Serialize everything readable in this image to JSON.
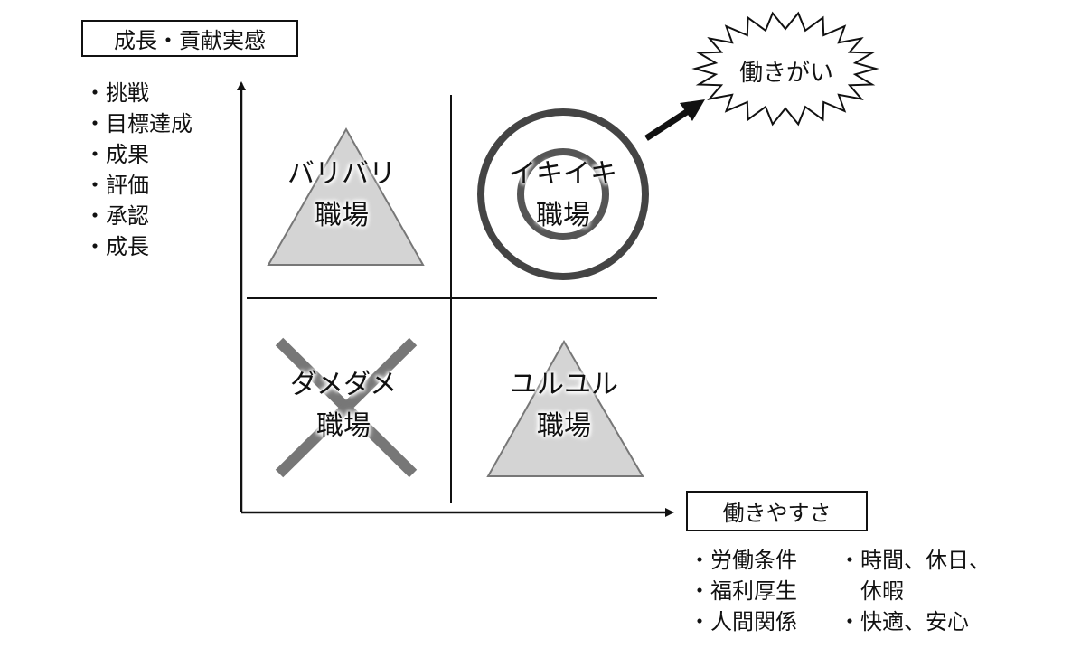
{
  "y_axis": {
    "label": "成長・貢献実感",
    "items": [
      "・挑戦",
      "・目標達成",
      "・成果",
      "・評価",
      "・承認",
      "・成長"
    ]
  },
  "x_axis": {
    "label": "働きやすさ",
    "items_col1": [
      "・労働条件",
      "・福利厚生",
      "・人間関係"
    ],
    "items_col2": [
      "・時間、休日、",
      "　休暇",
      "・快適、安心"
    ]
  },
  "quadrants": {
    "top_left": {
      "line1": "バリバリ",
      "line2": "職場"
    },
    "top_right": {
      "line1": "イキイキ",
      "line2": "職場"
    },
    "bottom_left": {
      "line1": "ダメダメ",
      "line2": "職場"
    },
    "bottom_right": {
      "line1": "ユルユル",
      "line2": "職場"
    }
  },
  "burst": {
    "label": "働きがい"
  }
}
